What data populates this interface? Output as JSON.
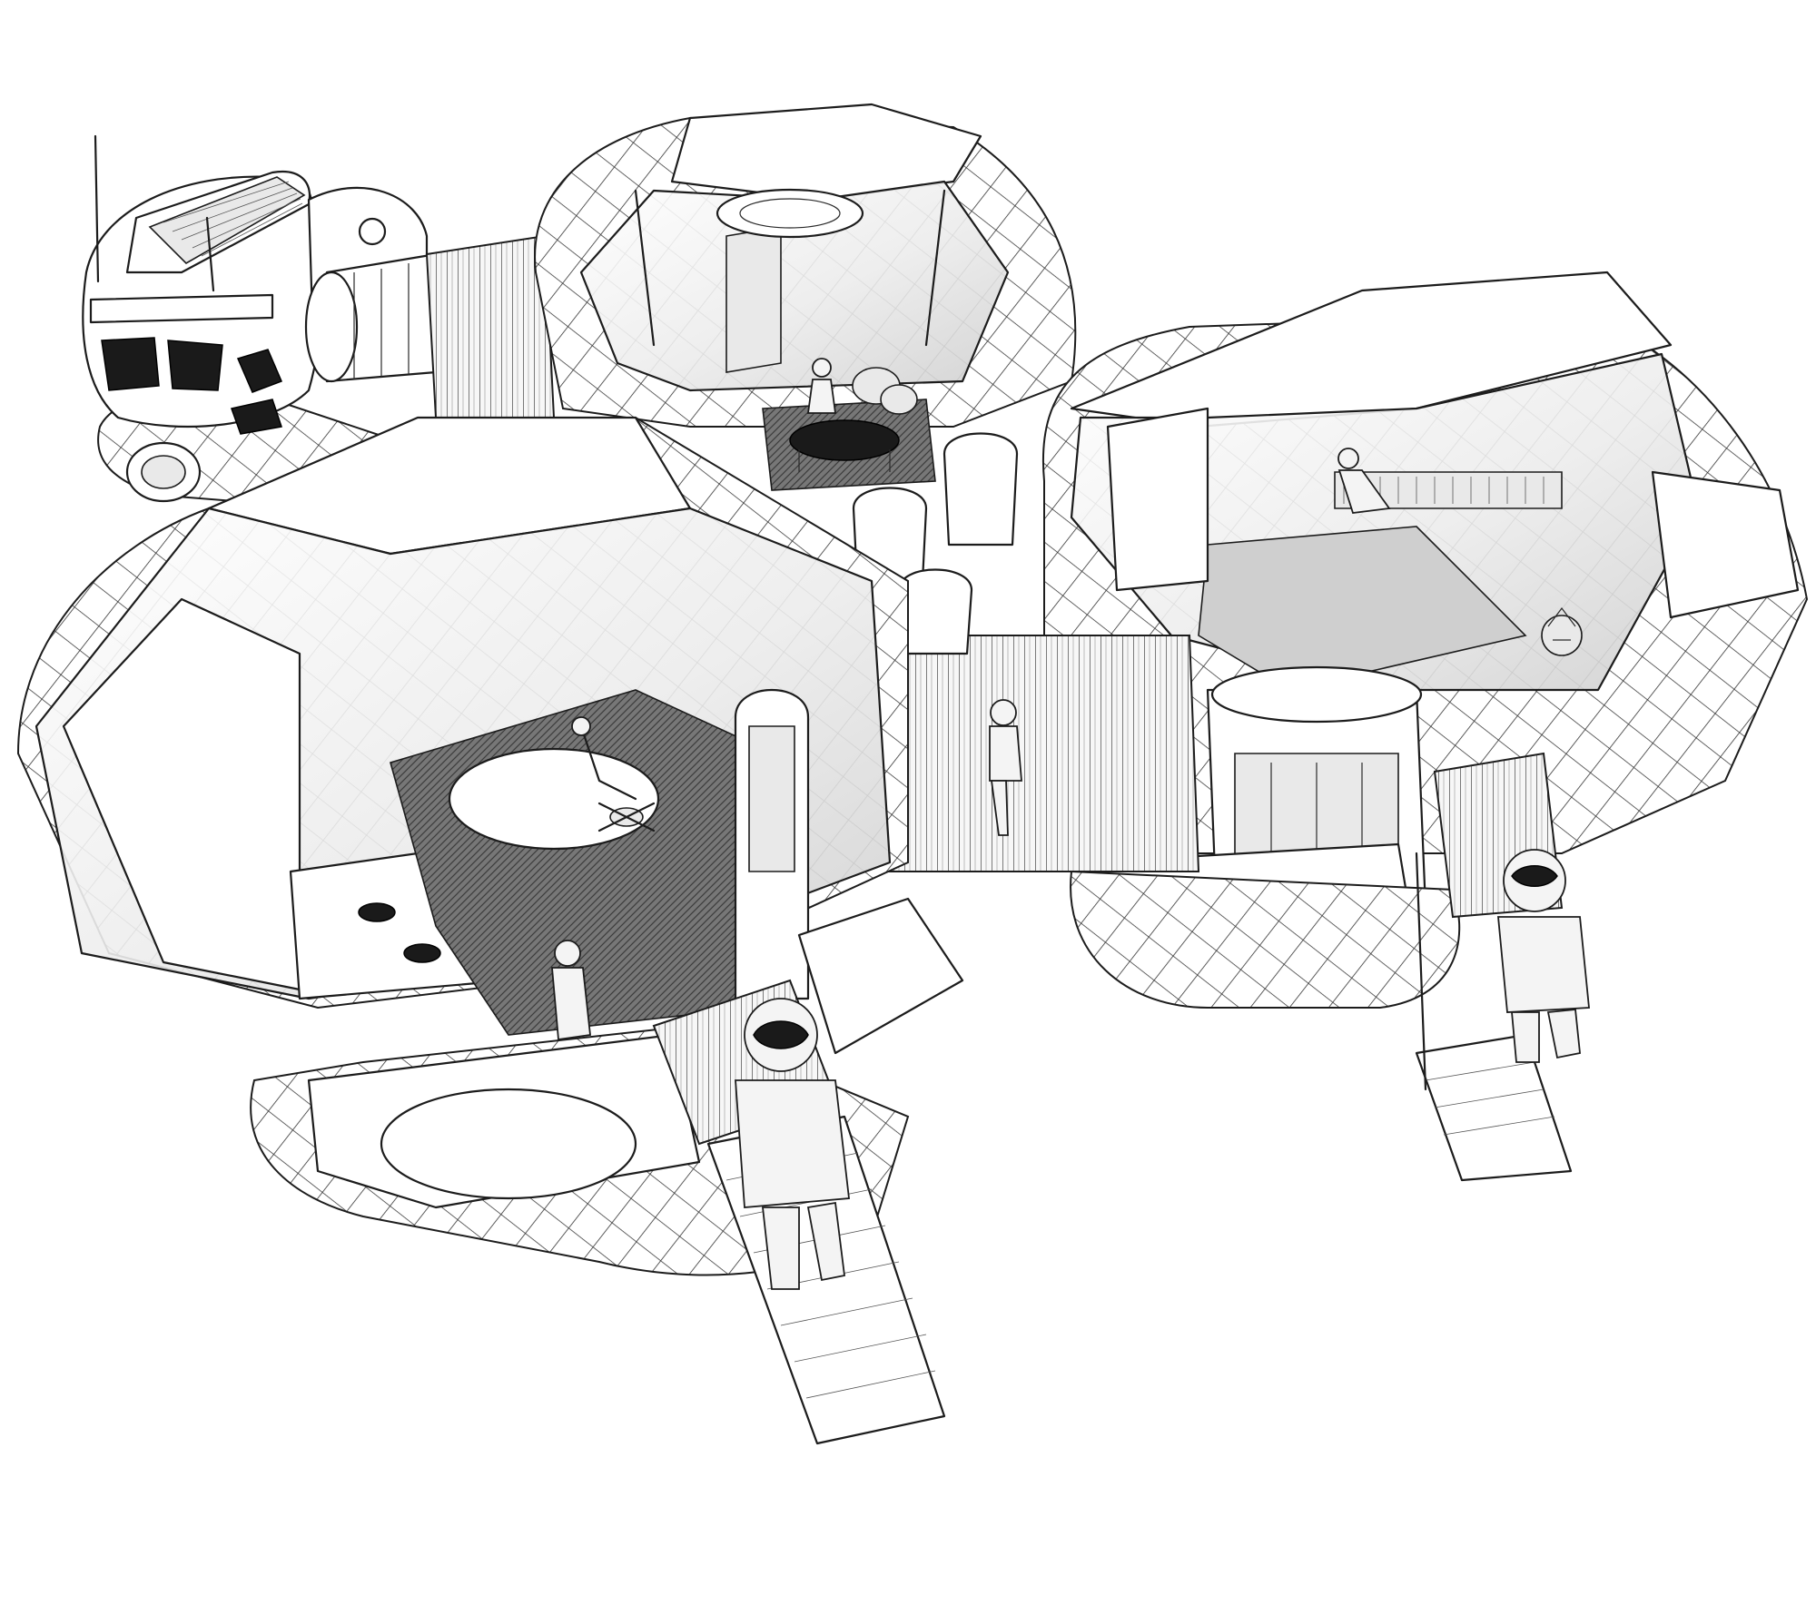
{
  "illustration": {
    "background": "#ffffff",
    "ink_color": "#1c1c1c",
    "glass_tint": "#dcdcdc",
    "components": [
      "rover-vehicle",
      "upper-hexagonal-dome-module",
      "right-hexagonal-dome-module",
      "left-hexagonal-dome-module",
      "connecting-tunnel",
      "lower-airlock-ramp",
      "right-airlock-ramp",
      "astronaut-figures",
      "crew-figures"
    ]
  }
}
